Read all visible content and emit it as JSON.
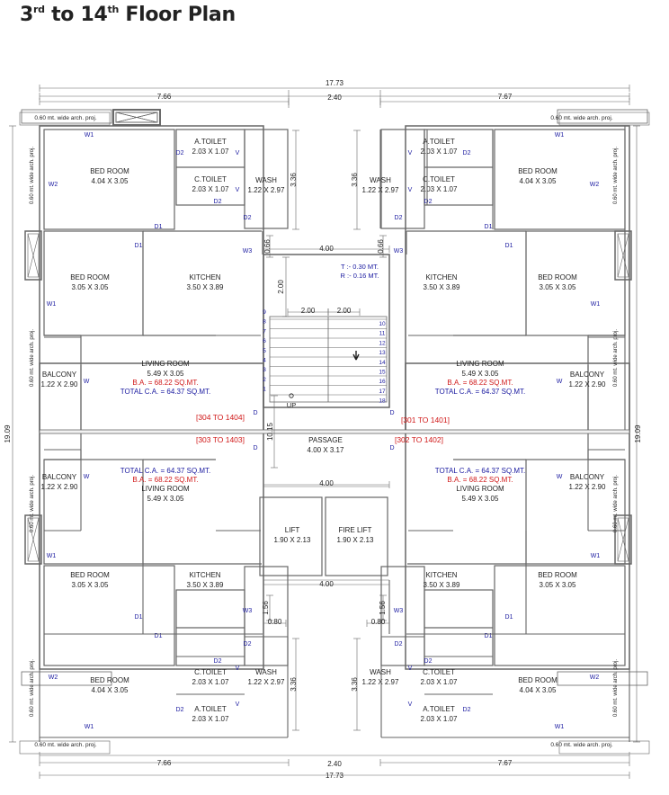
{
  "title": {
    "prefix": "3",
    "sup1": "rd",
    "mid": " to 14",
    "sup2": "th",
    "suffix": " Floor Plan"
  },
  "colors": {
    "wall": "#666666",
    "text": "#222222",
    "door": "#1a1aa0",
    "red": "#d01818"
  },
  "dims": {
    "overall_width": "17.73",
    "left_width": "7.66",
    "center_width": "2.40",
    "right_width": "7.67",
    "overall_height": "19.09",
    "wash_height": "3.36",
    "lobby_width": "4.00",
    "stair_left": "2.00",
    "stair_right": "2.00",
    "stair_depth": "10.15",
    "duct": "0.66",
    "duct_bottom": "1.56",
    "duct_width": "0.80",
    "lobby_top_gap": "2.00"
  },
  "labels": {
    "arch_proj": "0.60 mt. wide arch. proj.",
    "bed_room": "BED ROOM",
    "bed_main_size": "4.04 X 3.05",
    "bed_second_size": "3.05 X 3.05",
    "a_toilet": "A.TOILET",
    "c_toilet": "C.TOILET",
    "toilet_size": "2.03 X 1.07",
    "wash": "WASH",
    "wash_size": "1.22 X 2.97",
    "kitchen": "KITCHEN",
    "kitchen_size": "3.50 X 3.89",
    "living_room": "LIVING ROOM",
    "living_size": "5.49 X 3.05",
    "ba": "B.A. = 68.22 SQ.MT.",
    "tca": "TOTAL C.A. = 64.37 SQ.MT.",
    "balcony": "BALCONY",
    "balcony_size": "1.22 X 2.90",
    "passage": "PASSAGE",
    "passage_size": "4.00 X 3.17",
    "lift": "LIFT",
    "lift_size": "1.90 X 2.13",
    "fire_lift": "FIRE LIFT",
    "fire_lift_size": "1.90 X 2.13",
    "tread": "T :- 0.30 MT.",
    "riser": "R :- 0.16 MT.",
    "up": "UP",
    "unit_tl": "[304 TO 1404]",
    "unit_tr": "[301 TO 1401]",
    "unit_bl": "[303 TO 1403]",
    "unit_br": "[302 TO 1402]"
  },
  "marks": {
    "w1": "W1",
    "w2": "W2",
    "w3": "W3",
    "w": "W",
    "d": "D",
    "d1": "D1",
    "d2": "D2",
    "v": "V"
  },
  "stairs": {
    "left": [
      "9",
      "8",
      "7",
      "6",
      "5",
      "4",
      "3",
      "2",
      "1"
    ],
    "right": [
      "10",
      "11",
      "12",
      "13",
      "14",
      "15",
      "16",
      "17",
      "18"
    ]
  }
}
